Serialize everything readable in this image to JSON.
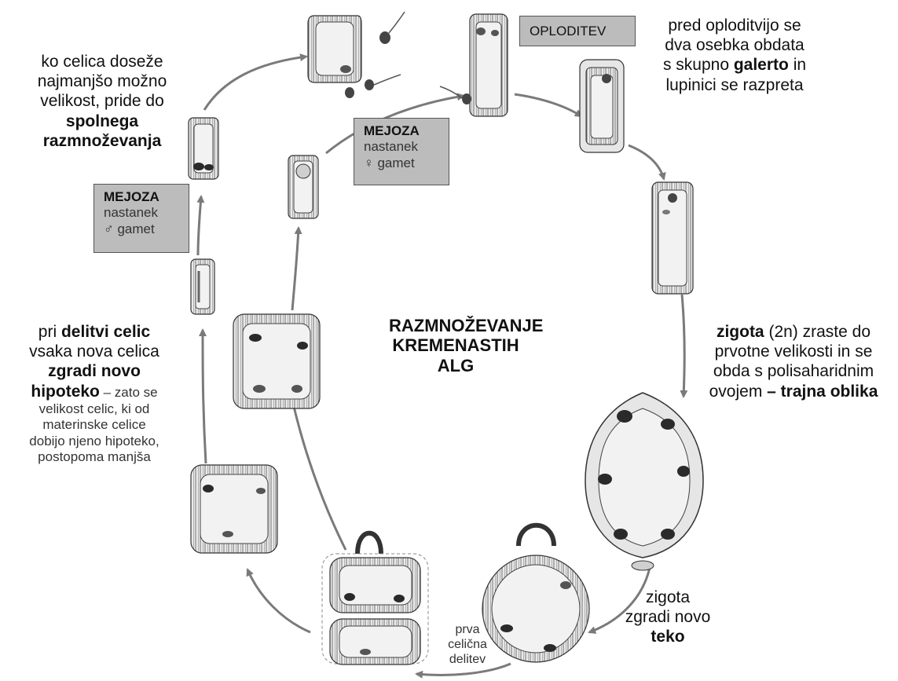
{
  "center_title": [
    "RAZMNOŽEVANJE",
    "KREMENASTIH",
    "ALG"
  ],
  "boxes": {
    "meioza_female": {
      "title": "MEJOZA",
      "lines": [
        "nastanek",
        "♀ gamet"
      ]
    },
    "meioza_male": {
      "title": "MEJOZA",
      "lines": [
        "nastanek",
        "♂ gamet"
      ]
    },
    "oploditev": "OPLODITEV"
  },
  "captions": {
    "top_left": {
      "l1": "ko celica doseže",
      "l2": "najmanjšo možno",
      "l3": "velikost, pride do",
      "l4": "spolnega",
      "l5": "razmnoževanja"
    },
    "top_right": {
      "l1": "pred oploditvijo se",
      "l2": "dva osebka obdata",
      "l3_a": "s skupno ",
      "l3_b": "galerto",
      "l3_c": " in",
      "l4": "lupinici se razpreta"
    },
    "mid_right": {
      "l1_a": "zigota",
      "l1_b": " (2n) zraste do",
      "l2": "prvotne velikosti in se",
      "l3": "obda s polisaharidnim",
      "l4_a": "ovojem ",
      "l4_b": "– trajna oblika"
    },
    "mid_left": {
      "l1_a": "pri ",
      "l1_b": "delitvi celic",
      "l2": "vsaka nova celica",
      "l3": "zgradi novo",
      "l4_a": "hipoteko",
      "l4_b": " – zato se",
      "l5": "velikost celic, ki od",
      "l6": "materinske celice",
      "l7": "dobijo njeno hipoteko,",
      "l8": "postopoma manjša"
    },
    "bottom_right": {
      "l1": "zigota",
      "l2": "zgradi novo",
      "l3": "teko"
    },
    "bottom_mid": {
      "l1": "prva",
      "l2": "celična",
      "l3": "delitev"
    }
  },
  "colors": {
    "box_fill": "#bcbcbc",
    "arrow": "#7a7a7a",
    "cell_outline": "#333333",
    "vacuole": "#f2f2f2",
    "chromatophore": "#9a9a9a",
    "dark_body": "#2a2a2a"
  }
}
